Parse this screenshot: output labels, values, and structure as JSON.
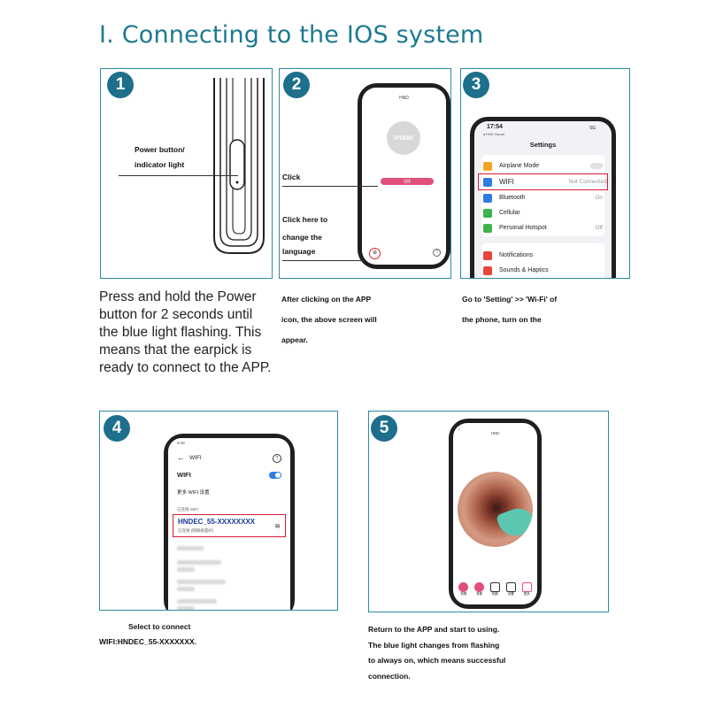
{
  "title": "Ⅰ. Connecting to the IOS system",
  "steps": [
    {
      "number": "1",
      "labels": {
        "power": "Power button/",
        "indicator": "indicator light"
      },
      "description": [
        "Press and hold the Power",
        "button for 2 seconds until",
        "the blue light flashing. This",
        "means that the earpick is",
        "ready to connect to the APP."
      ]
    },
    {
      "number": "2",
      "labels": {
        "click": "Click",
        "click_here": "Click here to",
        "change_the": "change the",
        "language": "language"
      },
      "app_name": "HND",
      "app_logo": "HYAMI",
      "app_button": "连接",
      "description": [
        "After clicking on the APP",
        "icon, the above screen will",
        "appear."
      ]
    },
    {
      "number": "3",
      "status_time": "17:54",
      "status_signal": "5G",
      "status_back": "◂ HND Visual",
      "screen_title": "Settings",
      "rows": [
        {
          "label": "Airplane Mode",
          "value": "",
          "color": "#f4a623"
        },
        {
          "label": "WIFI",
          "value": "Not Connected",
          "color": "#2f7de1"
        },
        {
          "label": "Bluetooth",
          "value": "On",
          "color": "#2f7de1"
        },
        {
          "label": "Cellular",
          "value": "",
          "color": "#3cb44b"
        },
        {
          "label": "Personal Hotspot",
          "value": "Off",
          "color": "#3cb44b"
        },
        {
          "label": "Notifications",
          "value": "",
          "color": "#e8453c"
        },
        {
          "label": "Sounds & Haptics",
          "value": "",
          "color": "#e8453c"
        }
      ],
      "description": [
        "Go to 'Setting' >> 'Wi-Fi' of",
        "the phone, turn on the"
      ]
    },
    {
      "number": "4",
      "status_time": "9:48",
      "header": "WIFI",
      "wifi_label": "WIFI",
      "more_wifi": "更多 WIFI   设置",
      "connected_section": "已连接 WIFI",
      "network_name": "HNDEC_55-XXXXXXXX",
      "network_sub": "已连接 (网络质量好)",
      "description": [
        "Select to connect",
        "WIFI:HNDEC_55-XXXXXXX."
      ]
    },
    {
      "number": "5",
      "app_name": "HND",
      "toolbar": [
        "拍照",
        "录像",
        "相册",
        "设置",
        "更多"
      ],
      "description": [
        "Return to the APP and start to using.",
        "The blue light changes from flashing",
        "to always on, which means successful",
        "connection."
      ]
    }
  ]
}
